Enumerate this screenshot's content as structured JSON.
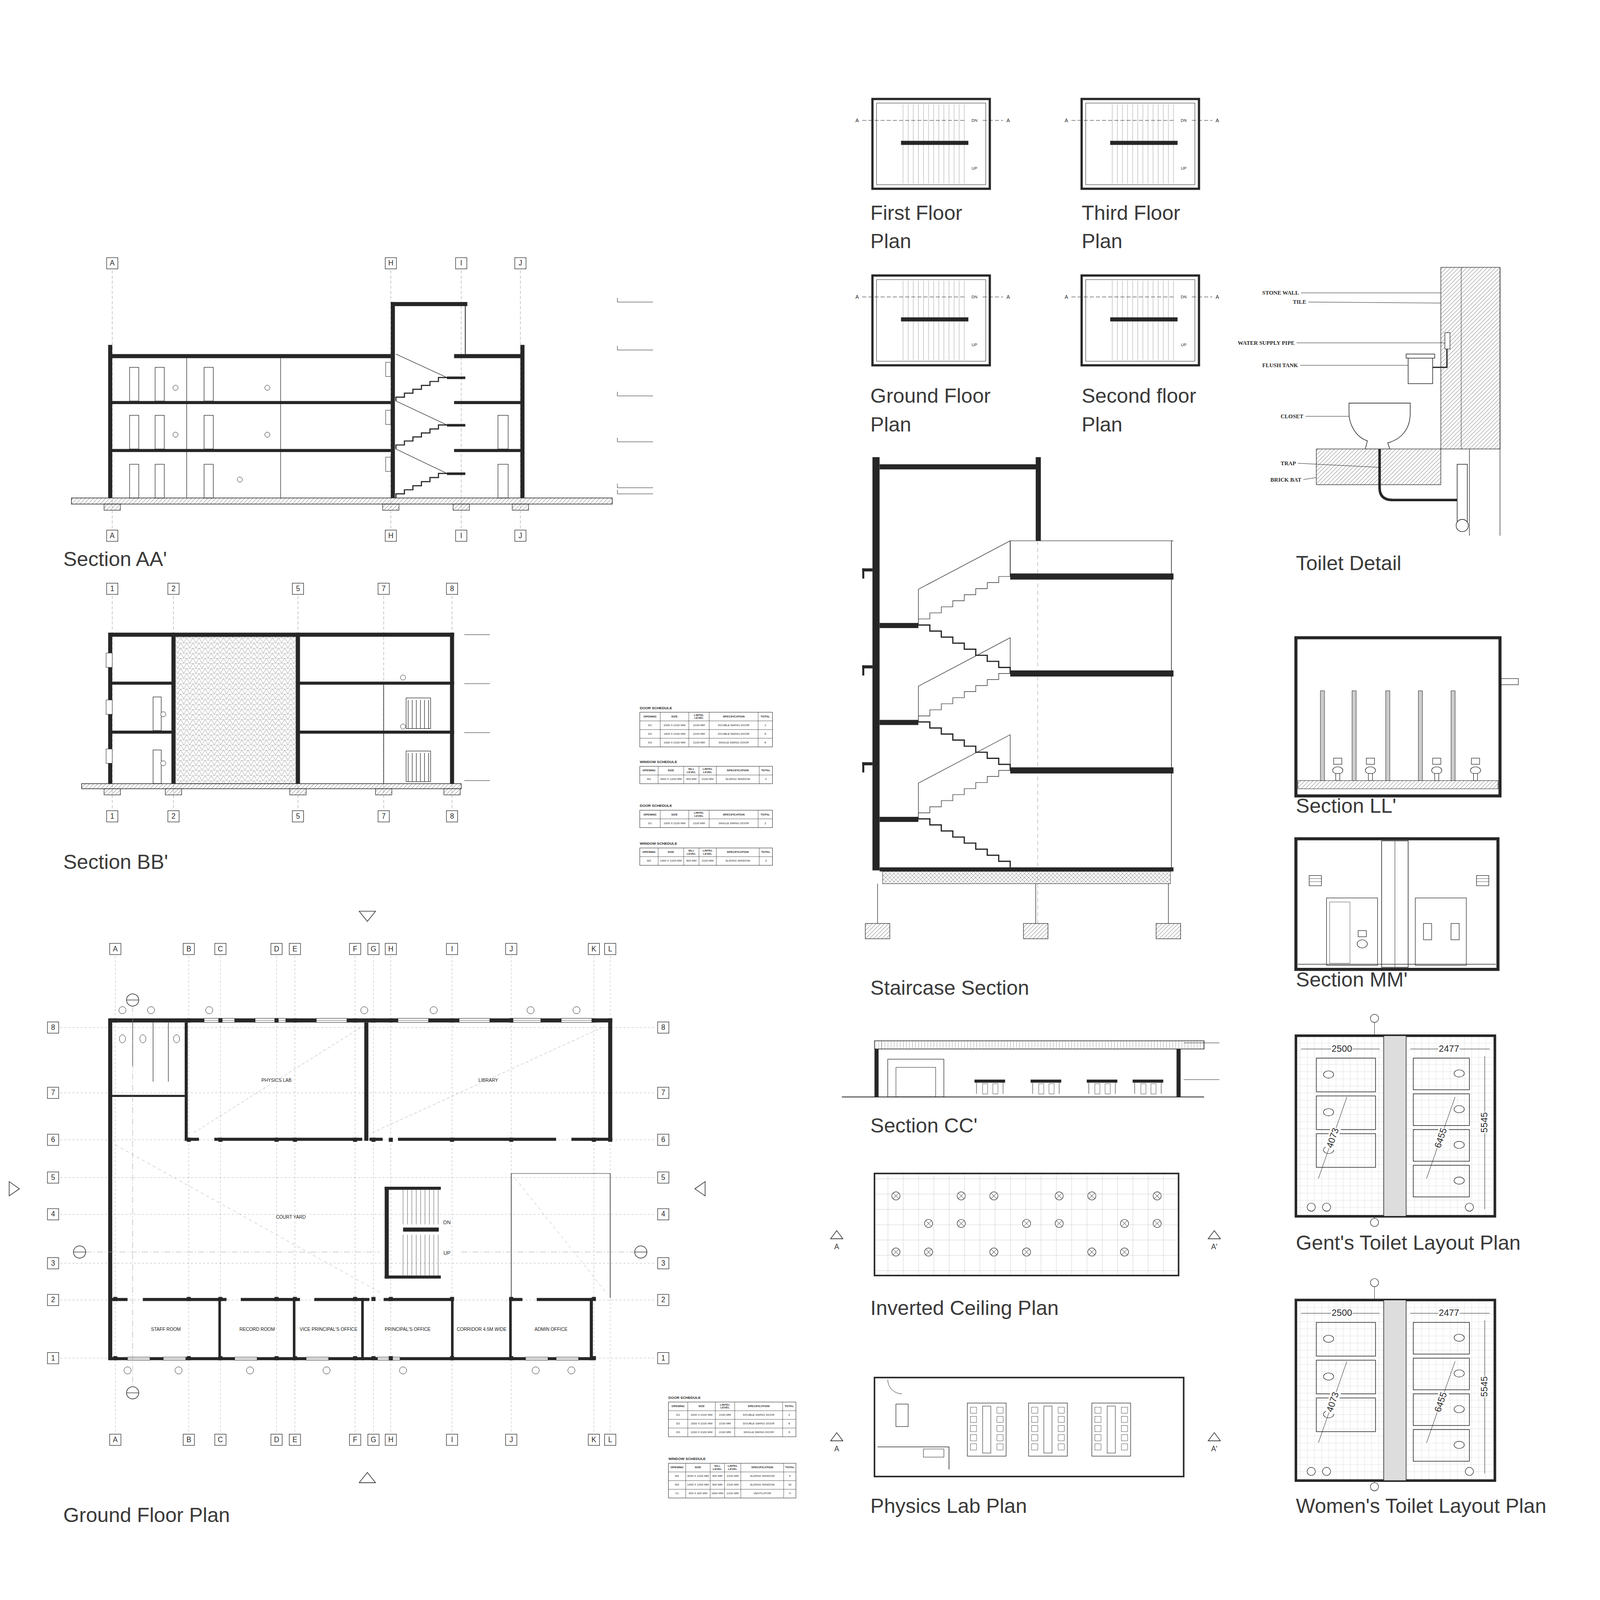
{
  "diagram": {
    "nodes": [
      {
        "text": [
          "PHYSICS LAB"
        ]
      },
      {
        "text": [
          "LIBRARY"
        ]
      },
      {
        "text": [
          "COURT YARD"
        ]
      },
      {
        "text": [
          "STAFF ROOM"
        ]
      },
      {
        "text": [
          "RECORD ROOM"
        ]
      },
      {
        "text": [
          "VICE PRINCIPAL'S OFFICE"
        ]
      },
      {
        "text": [
          "PRINCIPAL'S OFFICE"
        ]
      },
      {
        "text": [
          "CORRIDOR 4.5M WIDE"
        ]
      },
      {
        "text": [
          "ADMIN OFFICE"
        ]
      }
    ],
    "labels": [
      "Section AA'",
      "Section BB'",
      "Ground Floor Plan",
      "First Floor Plan",
      "Third Floor Plan",
      "Ground Floor Plan",
      "Second floor Plan",
      "Toilet Detail",
      "Staircase Section",
      "Section LL'",
      "Section MM'",
      "Section CC'",
      "Inverted Ceiling Plan",
      "Physics Lab Plan",
      "Gent's Toilet Layout Plan",
      "Women's Toilet Layout Plan",
      "A",
      "H",
      "I",
      "J",
      "A",
      "H",
      "I",
      "J",
      "1",
      "2",
      "5",
      "7",
      "8",
      "1",
      "2",
      "5",
      "7",
      "8",
      "A",
      "B",
      "C",
      "D",
      "E",
      "F",
      "G",
      "H",
      "I",
      "J",
      "K",
      "L",
      "A",
      "B",
      "C",
      "D",
      "E",
      "F",
      "G",
      "H",
      "I",
      "J",
      "K",
      "L",
      "8",
      "7",
      "6",
      "5",
      "4",
      "3",
      "2",
      "1",
      "8",
      "7",
      "6",
      "5",
      "4",
      "3",
      "2",
      "1",
      "A",
      "DN",
      "A",
      "UP",
      "A",
      "DN",
      "A",
      "UP",
      "A",
      "DN",
      "A",
      "UP",
      "A",
      "DN",
      "A",
      "UP",
      "DN",
      "UP",
      "A",
      "A'",
      "A",
      "A'",
      "2500",
      "2477",
      "5545",
      "4073",
      "6455",
      "2500",
      "2477",
      "5545",
      "4073",
      "6455",
      "STONE WALL",
      "TILE",
      "WATER SUPPLY PIPE",
      "FLUSH TANK",
      "CLOSET",
      "TRAP",
      "BRICK BAT",
      "DOOR SCHEDULE",
      "OPENING",
      "SIZE",
      "LINTEL LEVEL",
      "SPECIFICATION",
      "TOTAL",
      "D1",
      "2000 X 2100 MM",
      "2100 MM",
      "DOUBLE SWING DOOR",
      "2",
      "D2",
      "1500 X 2100 MM",
      "2100 MM",
      "DOUBLE SWING DOOR",
      "8",
      "D3",
      "1000 X 2100 MM",
      "2100 MM",
      "SINGLE SWING DOOR",
      "8",
      "WINDOW SCHEDULE",
      "OPENING",
      "SIZE",
      "SILL LEVEL",
      "LINTEL LEVEL",
      "SPECIFICATION",
      "TOTAL",
      "W1",
      "3000 X 1200 MM",
      "900 MM",
      "2100 MM",
      "SLIDING WINDOW",
      "3",
      "DOOR SCHEDULE",
      "OPENING",
      "SIZE",
      "LINTEL LEVEL",
      "SPECIFICATION",
      "TOTAL",
      "D1",
      "1000 X 2100 MM",
      "2100 MM",
      "SINGLE SWING DOOR",
      "2",
      "WINDOW SCHEDULE",
      "OPENING",
      "SIZE",
      "SILL LEVEL",
      "LINTEL LEVEL",
      "SPECIFICATION",
      "TOTAL",
      "W2",
      "1400 X 1200 MM",
      "900 MM",
      "2100 MM",
      "SLIDING WINDOW",
      "3",
      "DOOR SCHEDULE",
      "OPENING",
      "SIZE",
      "LINTEL LEVEL",
      "SPECIFICATION",
      "TOTAL",
      "D1",
      "2000 X 2100 MM",
      "2100 MM",
      "DOUBLE SWING DOOR",
      "2",
      "D2",
      "1500 X 2100 MM",
      "2100 MM",
      "DOUBLE SWING DOOR",
      "8",
      "D3",
      "1000 X 2100 MM",
      "2100 MM",
      "SINGLE SWING DOOR",
      "8",
      "WINDOW SCHEDULE",
      "OPENING",
      "SIZE",
      "SILL LEVEL",
      "LINTEL LEVEL",
      "SPECIFICATION",
      "TOTAL",
      "W1",
      "3000 X 1200 MM",
      "900 MM",
      "2100 MM",
      "SLIDING WINDOW",
      "6",
      "W2",
      "1400 X 1200 MM",
      "900 MM",
      "2100 MM",
      "SLIDING WINDOW",
      "16",
      "V1",
      "600 X 300 MM",
      "1800 MM",
      "2100 MM",
      "VENTILATOR",
      "4"
    ]
  }
}
